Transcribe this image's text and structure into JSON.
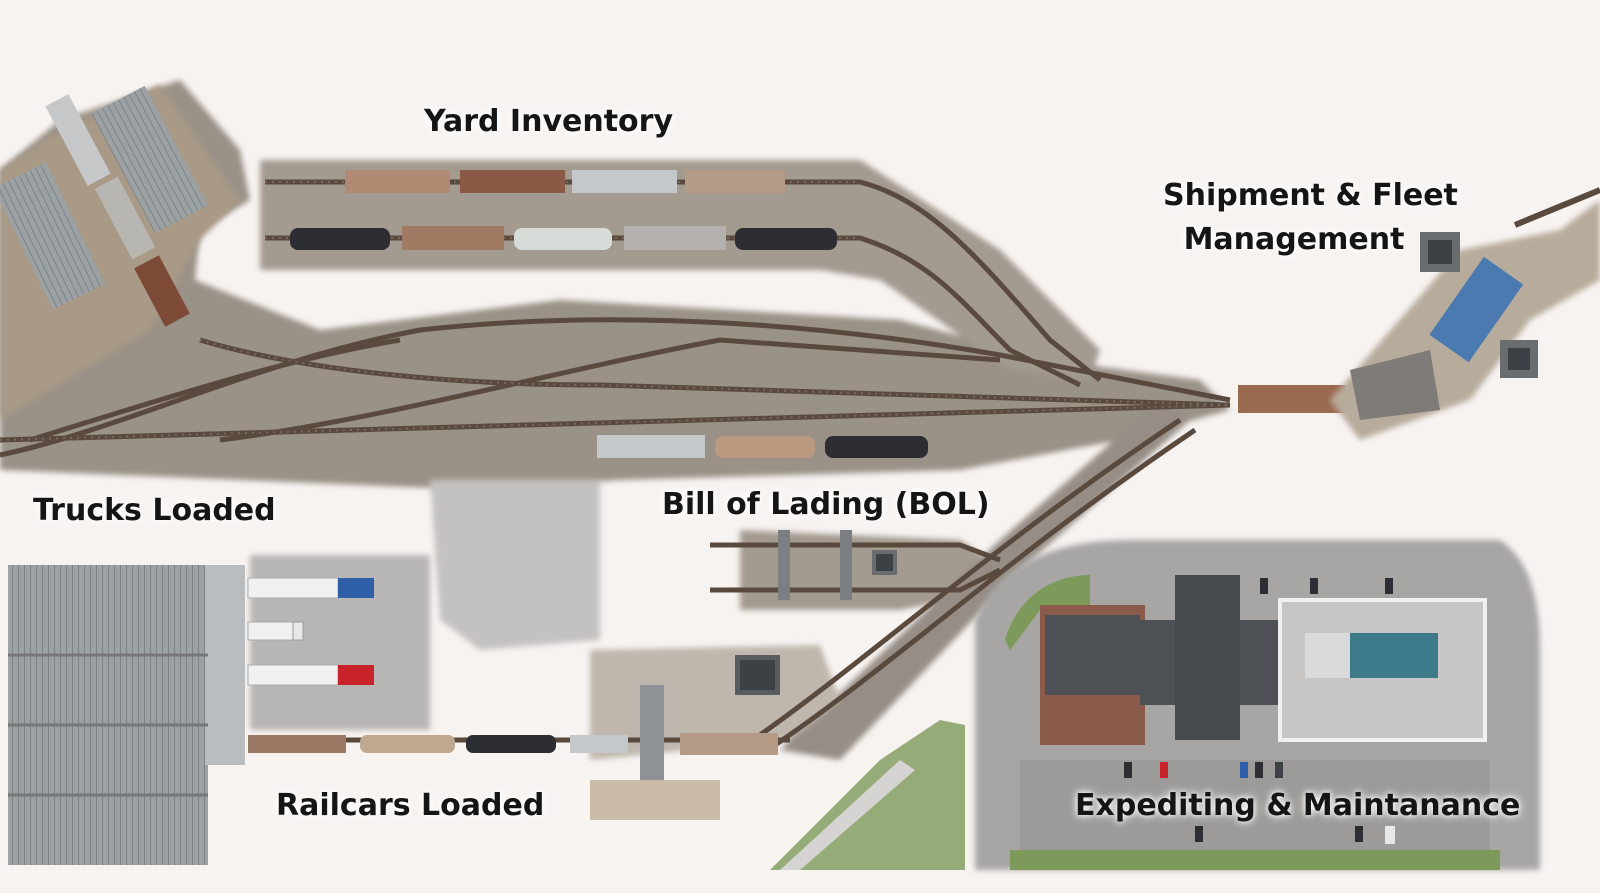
{
  "labels": {
    "yard_inventory": "Yard Inventory",
    "shipment_fleet_line1": "Shipment & Fleet",
    "shipment_fleet_line2": "Management",
    "trucks_loaded": "Trucks Loaded",
    "bill_of_lading": "Bill of Lading (BOL)",
    "railcars_loaded": "Railcars Loaded",
    "expediting_maintenance": "Expediting & Maintanance"
  },
  "colors": {
    "background": "#f7f3f1",
    "gravel": "#9a9187",
    "rail": "#5a4a3e",
    "warehouse_roof": "#8f9497",
    "office_roof": "#4d5156",
    "parking": "#a7a6a4",
    "boxcar": "#8a5a46",
    "tanker": "#2c2e33",
    "grass": "#7d9a5a",
    "solar": "#3d7a8a"
  }
}
